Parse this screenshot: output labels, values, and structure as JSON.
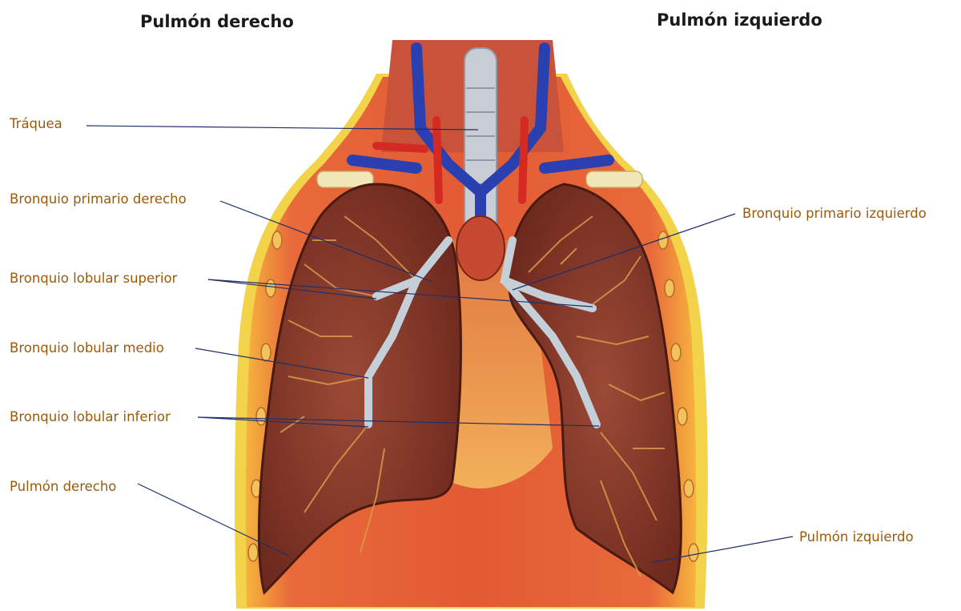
{
  "headings": {
    "right_lung": "Pulmón derecho",
    "left_lung": "Pulmón izquierdo"
  },
  "labels": {
    "trachea": "Tráquea",
    "right_primary_bronchus": "Bronquio primario derecho",
    "left_primary_bronchus": "Bronquio primario izquierdo",
    "superior_lobar_bronchus": "Bronquio lobular superior",
    "middle_lobar_bronchus": "Bronquio lobular medio",
    "inferior_lobar_bronchus": "Bronquio lobular inferior",
    "right_lung": "Pulmón derecho",
    "left_lung": "Pulmón izquierdo"
  },
  "colors": {
    "label_text": "#9a5a0a",
    "heading_text": "#1a1a1a",
    "leader_line": "#1f2f6b",
    "lung_tissue": "#8a3a2a",
    "chest_wall": "#e8643a",
    "fat_layer": "#f3d34a",
    "veins": "#2a3fb0",
    "arteries": "#d42a22",
    "bronchi": "#b9c4cc",
    "trachea": "#c9ced6"
  }
}
